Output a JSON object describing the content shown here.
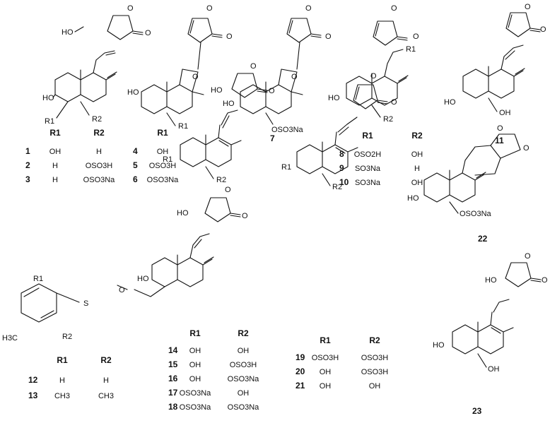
{
  "header_labels": {
    "r1": "R1",
    "r2": "R2"
  },
  "atom_labels": {
    "o": "O",
    "ho": "HO",
    "oh": "OH",
    "r1": "R1",
    "r2": "R2",
    "osulfonate_na": "OSO3Na",
    "h3c": "H3C",
    "s": "S"
  },
  "groups": [
    {
      "id": "g1",
      "has_r2": true,
      "rows": [
        {
          "num": "1",
          "r1": "OH",
          "r2": "H"
        },
        {
          "num": "2",
          "r1": "H",
          "r2": "OSO3H"
        },
        {
          "num": "3",
          "r1": "H",
          "r2": "OSO3Na"
        }
      ]
    },
    {
      "id": "g2",
      "has_r2": false,
      "rows": [
        {
          "num": "4",
          "r1": "OH"
        },
        {
          "num": "5",
          "r1": "OSO3H"
        },
        {
          "num": "6",
          "r1": "OSO3Na"
        }
      ]
    },
    {
      "id": "g7",
      "label": "7"
    },
    {
      "id": "g3",
      "has_r2": true,
      "rows": [
        {
          "num": "8",
          "r1": "OSO2H",
          "r2": "OH"
        },
        {
          "num": "9",
          "r1": "SO3Na",
          "r2": "H"
        },
        {
          "num": "10",
          "r1": "SO3Na",
          "r2": "OH"
        }
      ]
    },
    {
      "id": "g11",
      "label": "11"
    },
    {
      "id": "g4",
      "has_r2": true,
      "rows": [
        {
          "num": "12",
          "r1": "H",
          "r2": "H"
        },
        {
          "num": "13",
          "r1": "CH3",
          "r2": "CH3"
        }
      ]
    },
    {
      "id": "g5",
      "has_r2": true,
      "rows": [
        {
          "num": "14",
          "r1": "OH",
          "r2": "OH"
        },
        {
          "num": "15",
          "r1": "OH",
          "r2": "OSO3H"
        },
        {
          "num": "16",
          "r1": "OH",
          "r2": "OSO3Na"
        },
        {
          "num": "17",
          "r1": "OSO3Na",
          "r2": "OH"
        },
        {
          "num": "18",
          "r1": "OSO3Na",
          "r2": "OSO3Na"
        }
      ]
    },
    {
      "id": "g6",
      "has_r2": true,
      "rows": [
        {
          "num": "19",
          "r1": "OSO3H",
          "r2": "OSO3H"
        },
        {
          "num": "20",
          "r1": "OH",
          "r2": "OSO3H"
        },
        {
          "num": "21",
          "r1": "OH",
          "r2": "OH"
        }
      ]
    },
    {
      "id": "g22",
      "label": "22"
    },
    {
      "id": "g23",
      "label": "23"
    }
  ]
}
